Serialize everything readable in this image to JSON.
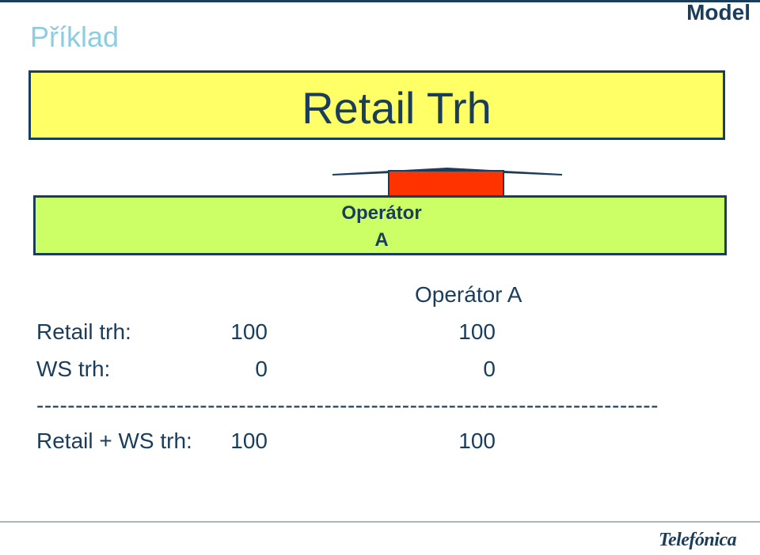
{
  "header": {
    "title": "Příklad",
    "label": "Model"
  },
  "retail_box": {
    "title": "Retail Trh"
  },
  "operator_box": {
    "line1": "Operátor",
    "line2": "A"
  },
  "table": {
    "column_header": "Operátor A",
    "rows": [
      {
        "label": "Retail trh:",
        "value_a": "100",
        "value_b": "100"
      },
      {
        "label": "WS trh:",
        "value_a": "0",
        "value_b": "0"
      }
    ],
    "separator": "--------------------------------------------------------------------------------",
    "total": {
      "label": "Retail + WS trh:",
      "value_a": "100",
      "value_b": "100"
    }
  },
  "footer": {
    "logo_text": "Telefónica"
  },
  "colors": {
    "navy": "#1a3d5c",
    "title_blue": "#8ecde0",
    "retail_fill": "#ffff66",
    "operator_fill": "#ccff66",
    "share_red": "#ff3300"
  }
}
